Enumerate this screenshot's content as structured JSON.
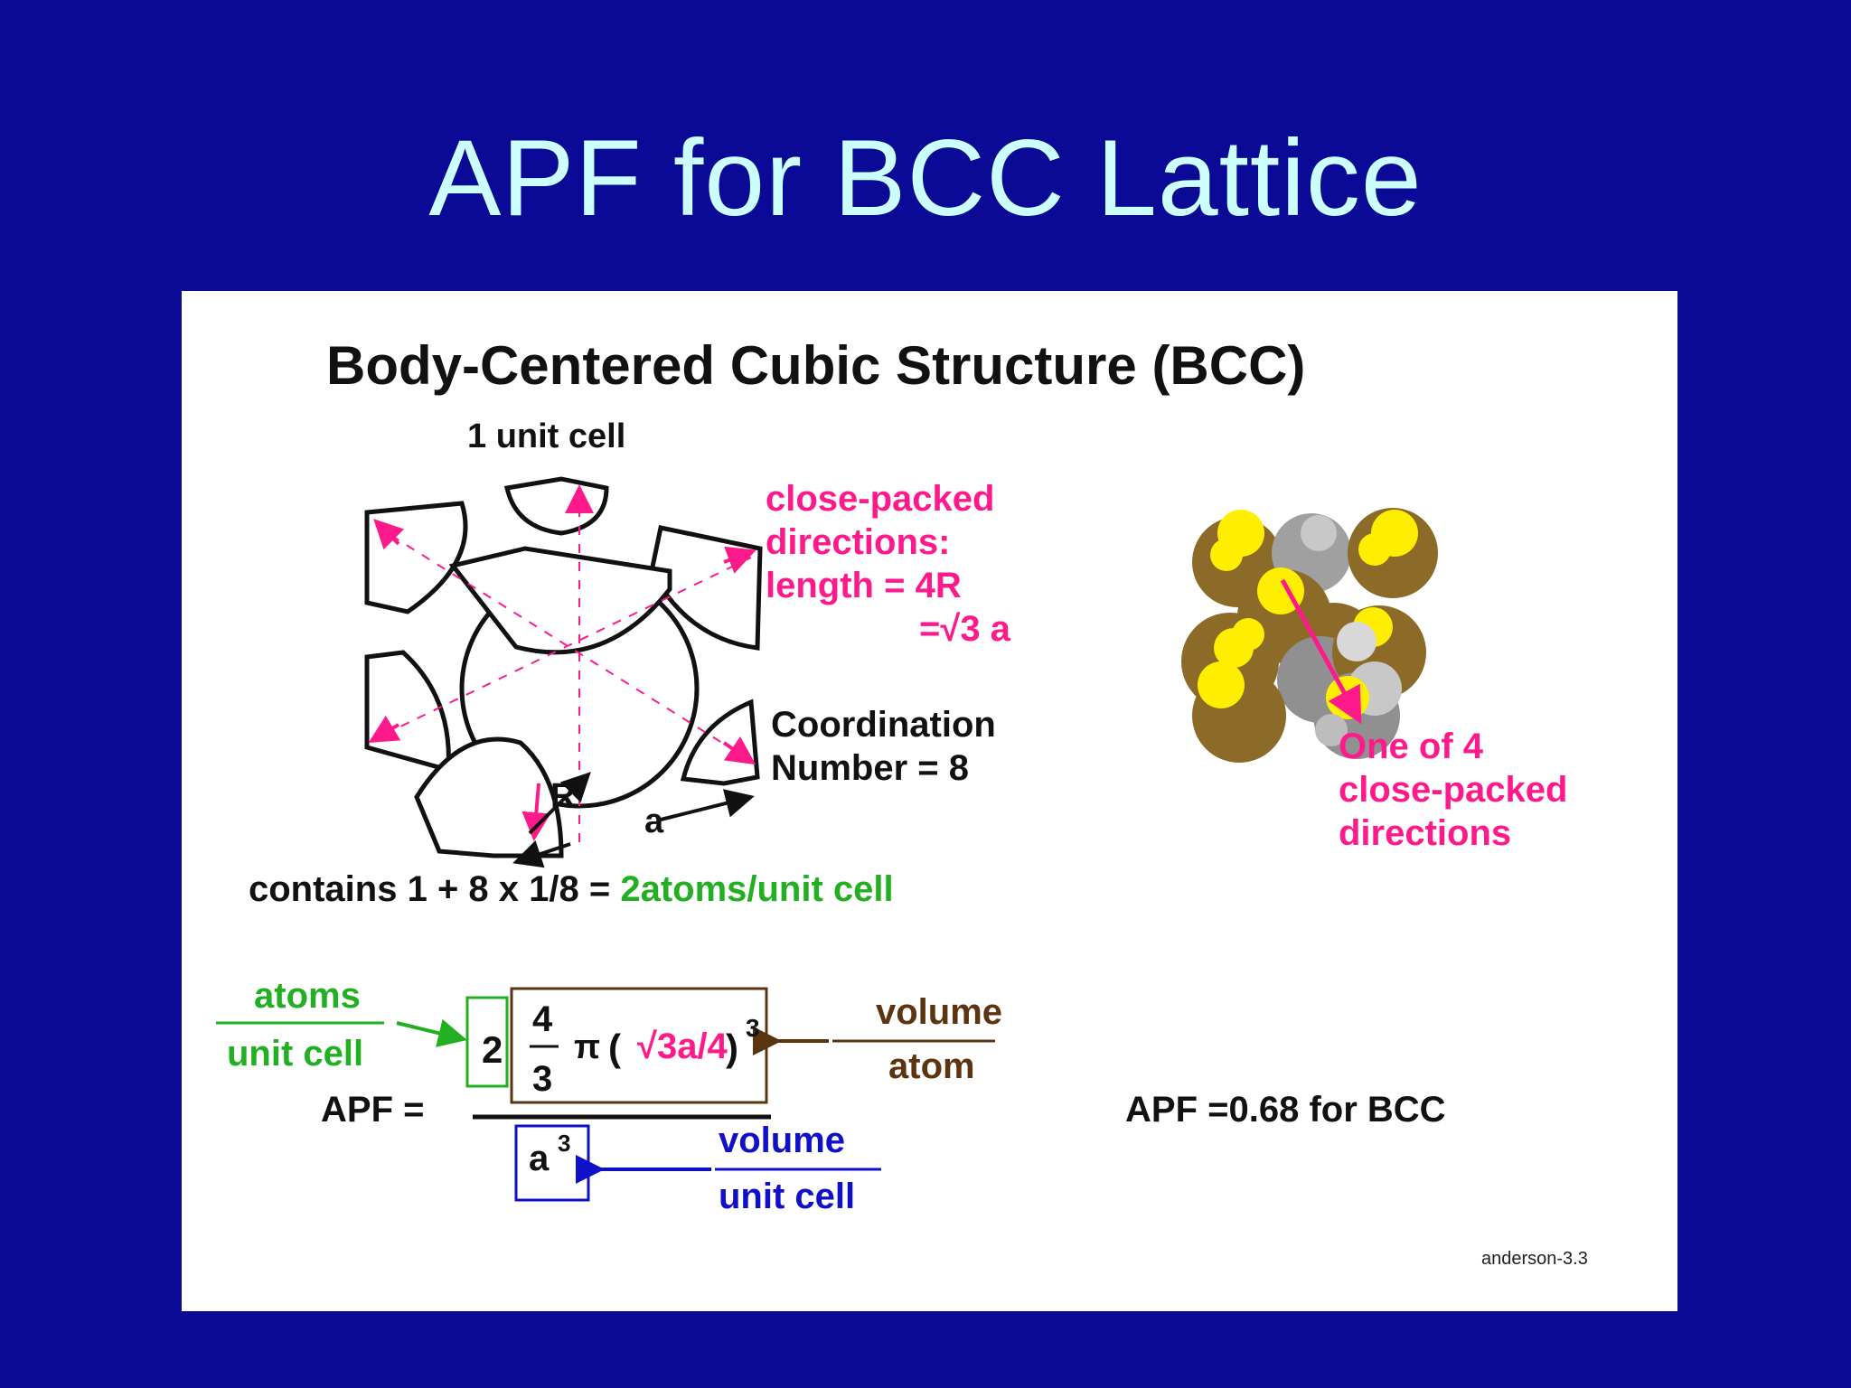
{
  "slide": {
    "title": "APF for BCC Lattice"
  },
  "panel": {
    "title": "Body-Centered Cubic Structure (BCC)",
    "unit_cell_label": "1 unit cell",
    "close_packed": {
      "line1": "close-packed",
      "line2": "directions:",
      "line3": "length = 4R",
      "line4": "=√3 a"
    },
    "coordination": {
      "line1": "Coordination",
      "line2": "Number  = 8"
    },
    "cube_labels": {
      "radius": "R",
      "edge": "a"
    },
    "one_of_four": {
      "line1": "One of 4",
      "line2": "close-packed",
      "line3": "directions"
    },
    "contains": {
      "prefix": "contains 1 + 8 x 1/8 = ",
      "highlight": "2atoms/unit cell"
    },
    "formula": {
      "atoms_per_cell_top": "atoms",
      "atoms_per_cell_bottom": "unit cell",
      "apf_label": "APF =",
      "count": "2",
      "frac_num": "4",
      "frac_den": "3",
      "pi": "π",
      "sqrt_open": "(",
      "sqrt_expr": "√3a/4",
      "sqrt_close": ")",
      "cube_exp": "3",
      "volume_atom_top": "volume",
      "volume_atom_bottom": "atom",
      "denominator": "a",
      "denominator_exp": "3",
      "volume_cell_top": "volume",
      "volume_cell_bottom": "unit cell"
    },
    "result": "APF =0.68 for BCC",
    "credit": "anderson-3.3"
  },
  "colors": {
    "background": "#0a0a96",
    "title": "#ccffff",
    "pink": "#ff1a8c",
    "green": "#22b022",
    "brown": "#5c3510",
    "blue": "#1010c8"
  }
}
